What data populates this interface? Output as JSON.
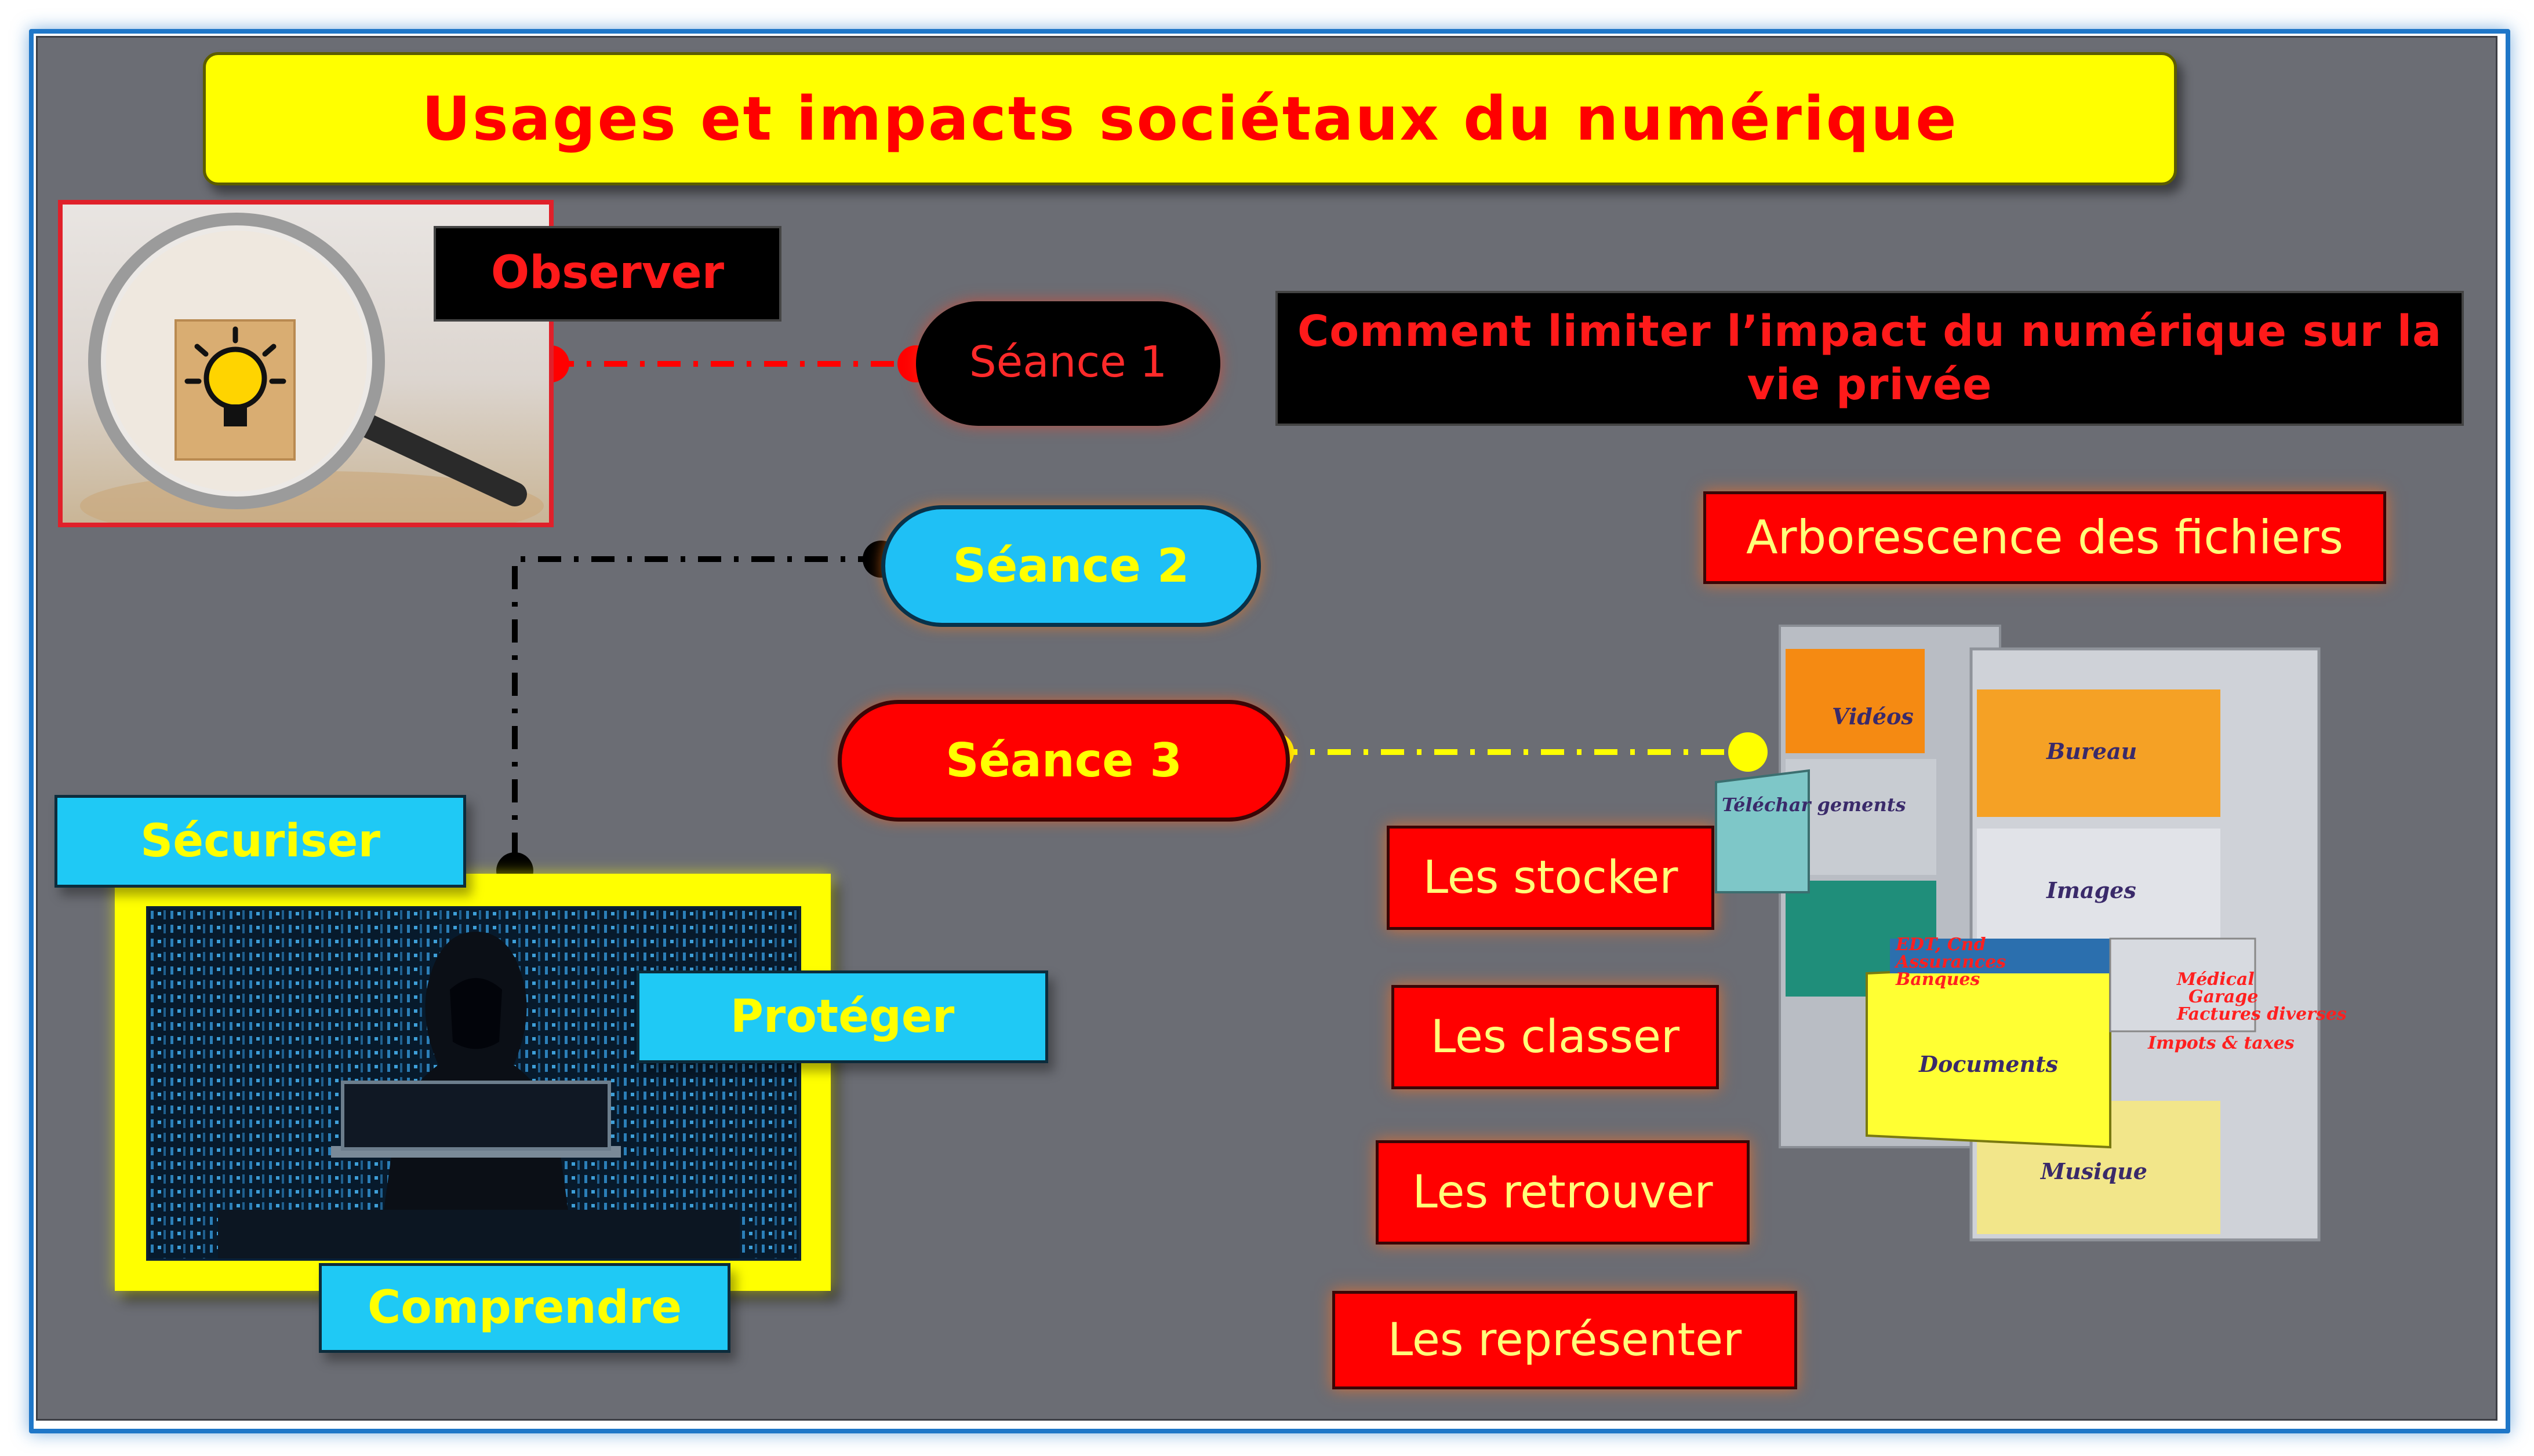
{
  "title": "Usages et impacts sociétaux du numérique",
  "observer": "Observer",
  "question": "Comment limiter l’impact du numérique sur la vie privée",
  "seances": [
    "Séance 1",
    "Séance 2",
    "Séance 3"
  ],
  "security_labels": {
    "securiser": "Sécuriser",
    "proteger": "Protéger",
    "comprendre": "Comprendre"
  },
  "files": {
    "title": "Arborescence des fichiers",
    "actions": [
      "Les stocker",
      "Les classer",
      "Les retrouver",
      "Les représenter"
    ]
  },
  "cabinet": {
    "drawers": [
      "Vidéos",
      "Bureau",
      "Téléchar gements",
      "Images",
      "Documents",
      "Musique"
    ],
    "folders_left": [
      "EDT, Cnd",
      "Assurances",
      "Banques"
    ],
    "folders_right": [
      "Médical",
      "Garage",
      "Factures diverses",
      "Impots & taxes"
    ]
  },
  "colors": {
    "connector_red": "#ff0000",
    "connector_black": "#000000",
    "connector_yellow": "#ffff00"
  }
}
